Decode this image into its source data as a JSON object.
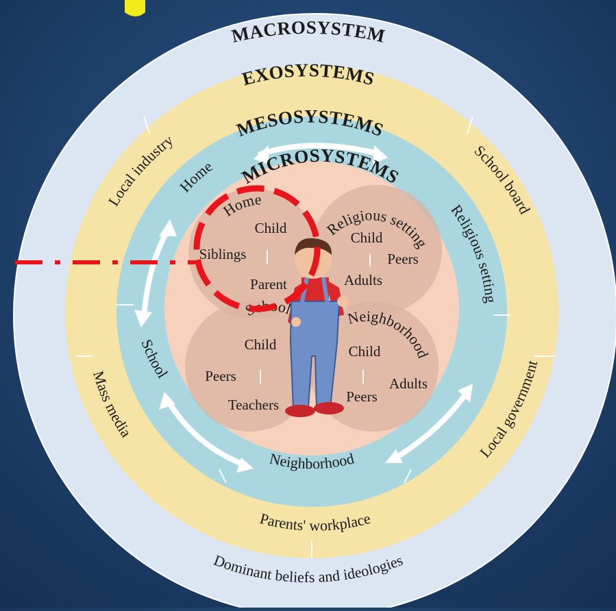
{
  "diagram": {
    "rings": {
      "macrosystem": "MACROSYSTEM",
      "exosystems": "EXOSYSTEMS",
      "mesosystems": "MESOSYSTEMS",
      "microsystems": "MICROSYSTEMS"
    },
    "exosystem_labels": {
      "local_industry": "Local industry",
      "school_board": "School board",
      "mass_media": "Mass media",
      "local_government": "Local government",
      "parents_workplace": "Parents' workplace"
    },
    "macrosystem_labels": {
      "dominant_beliefs": "Dominant beliefs and ideologies"
    },
    "mesosystem_labels": {
      "home": "Home",
      "religious_setting": "Religious setting",
      "school": "School",
      "neighborhood": "Neighborhood"
    },
    "microsystems": {
      "home": {
        "title": "Home",
        "child": "Child",
        "siblings": "Siblings",
        "parent": "Parent"
      },
      "religious": {
        "title": "Religious setting",
        "child": "Child",
        "peers": "Peers",
        "adults": "Adults"
      },
      "school": {
        "title": "School",
        "child": "Child",
        "peers": "Peers",
        "teachers": "Teachers"
      },
      "neighborhood": {
        "title": "Neighborhood",
        "child": "Child",
        "adults": "Adults",
        "peers": "Peers"
      }
    },
    "colors": {
      "background": "#1e416b",
      "macrosystem_ring": "#dce6f2",
      "exosystem_ring": "#f6e3a6",
      "mesosystem_ring": "#a9d6df",
      "microsystem_core": "#f6d2bd",
      "sector_blob": "#d9b3a1",
      "highlight": "#e8161b",
      "title_fragment": "#f2ea1a"
    }
  }
}
